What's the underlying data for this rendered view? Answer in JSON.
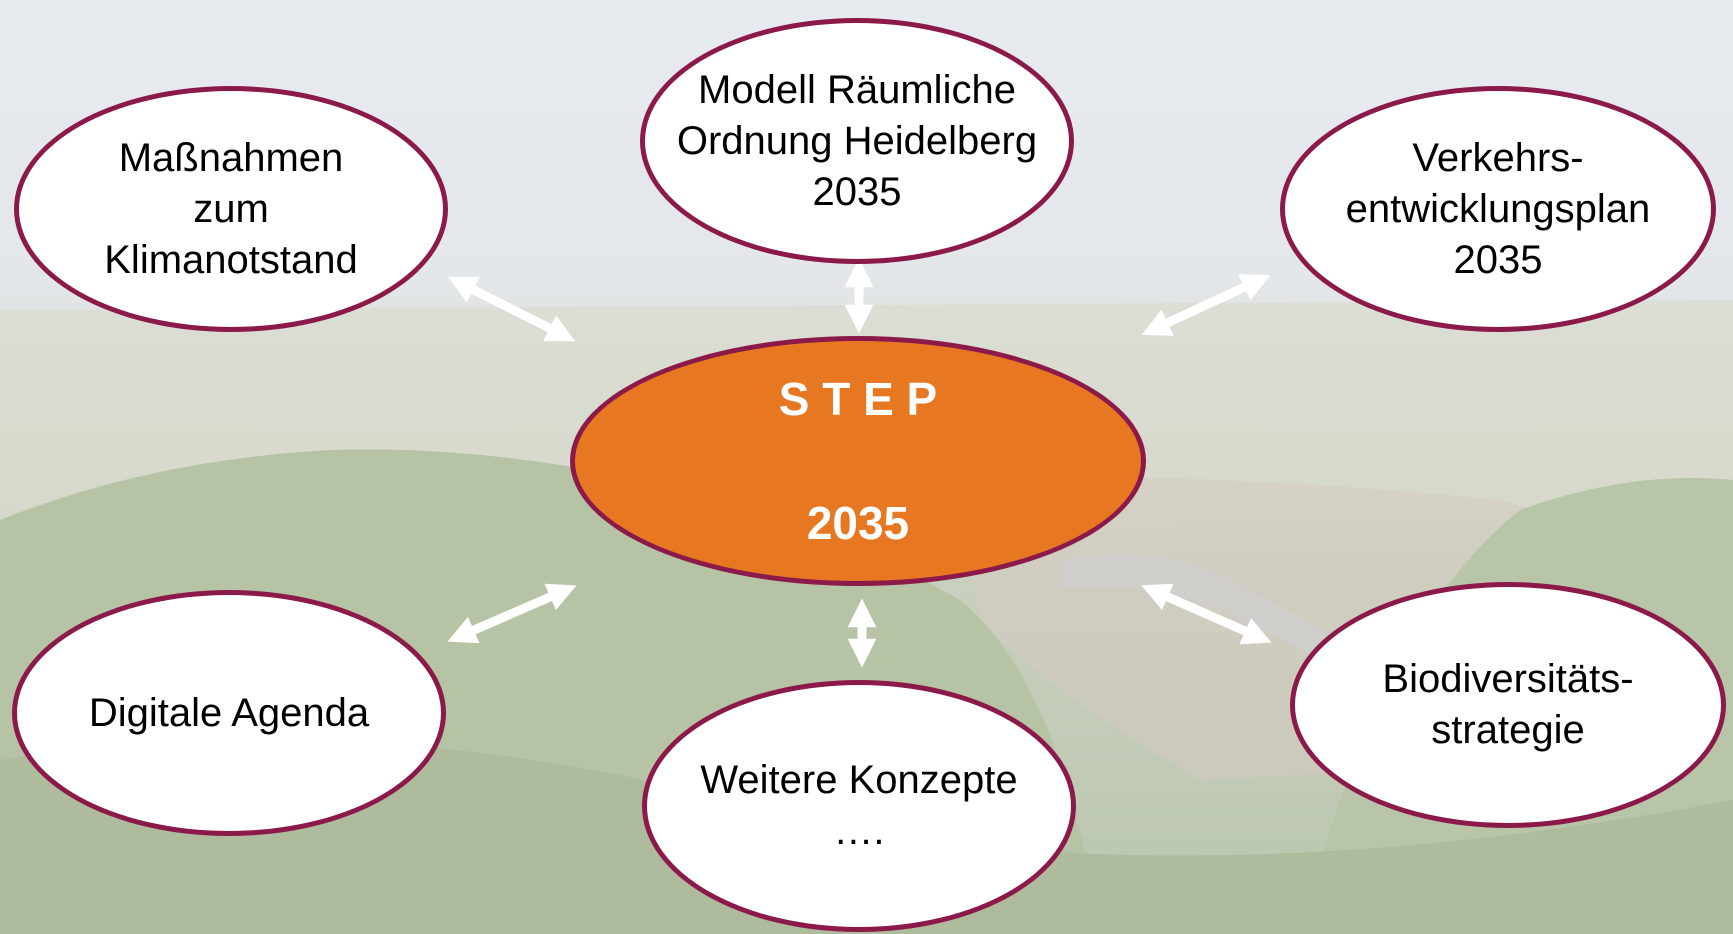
{
  "colors": {
    "ellipse_border": "#8b1a4a",
    "ellipse_fill": "#ffffff",
    "center_fill": "#e87722",
    "center_text": "#ffffff",
    "arrow": "#ffffff"
  },
  "center": {
    "line1": "S T E P",
    "line2": "2035"
  },
  "nodes": {
    "klima": "Maßnahmen\nzum\nKlimanotstand",
    "modell": "Modell Räumliche\nOrdnung Heidelberg\n2035",
    "verkehr": "Verkehrs-\nentwicklungsplan\n2035",
    "digital": "Digitale Agenda",
    "weitere": "Weitere Konzepte\n….",
    "bio": "Biodiversitäts-\nstrategie"
  }
}
